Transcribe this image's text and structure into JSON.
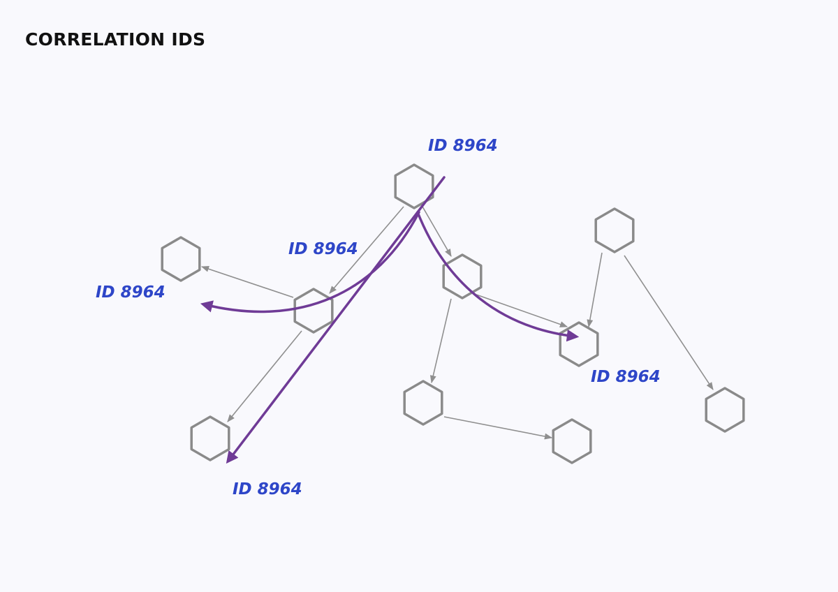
{
  "title": "CORRELATION IDS",
  "colors": {
    "node_stroke": "#8a8a8a",
    "edge": "#8f8f8f",
    "trace": "#6f3b96",
    "label": "#2e46c8"
  },
  "nodes": [
    {
      "id": "n-top"
    },
    {
      "id": "n-left-upper"
    },
    {
      "id": "n-center-left"
    },
    {
      "id": "n-bottom-left"
    },
    {
      "id": "n-center-right"
    },
    {
      "id": "n-right-top"
    },
    {
      "id": "n-right-mid"
    },
    {
      "id": "n-center-bottom"
    },
    {
      "id": "n-bottom-right"
    },
    {
      "id": "n-far-right"
    }
  ],
  "edges": [
    {
      "from": "n-top",
      "to": "n-center-left"
    },
    {
      "from": "n-top",
      "to": "n-center-right"
    },
    {
      "from": "n-center-left",
      "to": "n-left-upper"
    },
    {
      "from": "n-center-left",
      "to": "n-bottom-left"
    },
    {
      "from": "n-center-right",
      "to": "n-right-mid"
    },
    {
      "from": "n-center-right",
      "to": "n-center-bottom"
    },
    {
      "from": "n-center-bottom",
      "to": "n-bottom-right"
    },
    {
      "from": "n-right-top",
      "to": "n-right-mid"
    },
    {
      "from": "n-right-top",
      "to": "n-far-right"
    }
  ],
  "labels": [
    {
      "id": "label-top",
      "text": "ID 8964"
    },
    {
      "id": "label-mid",
      "text": "ID 8964"
    },
    {
      "id": "label-left",
      "text": "ID 8964"
    },
    {
      "id": "label-right",
      "text": "ID 8964"
    },
    {
      "id": "label-bottom",
      "text": "ID 8964"
    }
  ]
}
